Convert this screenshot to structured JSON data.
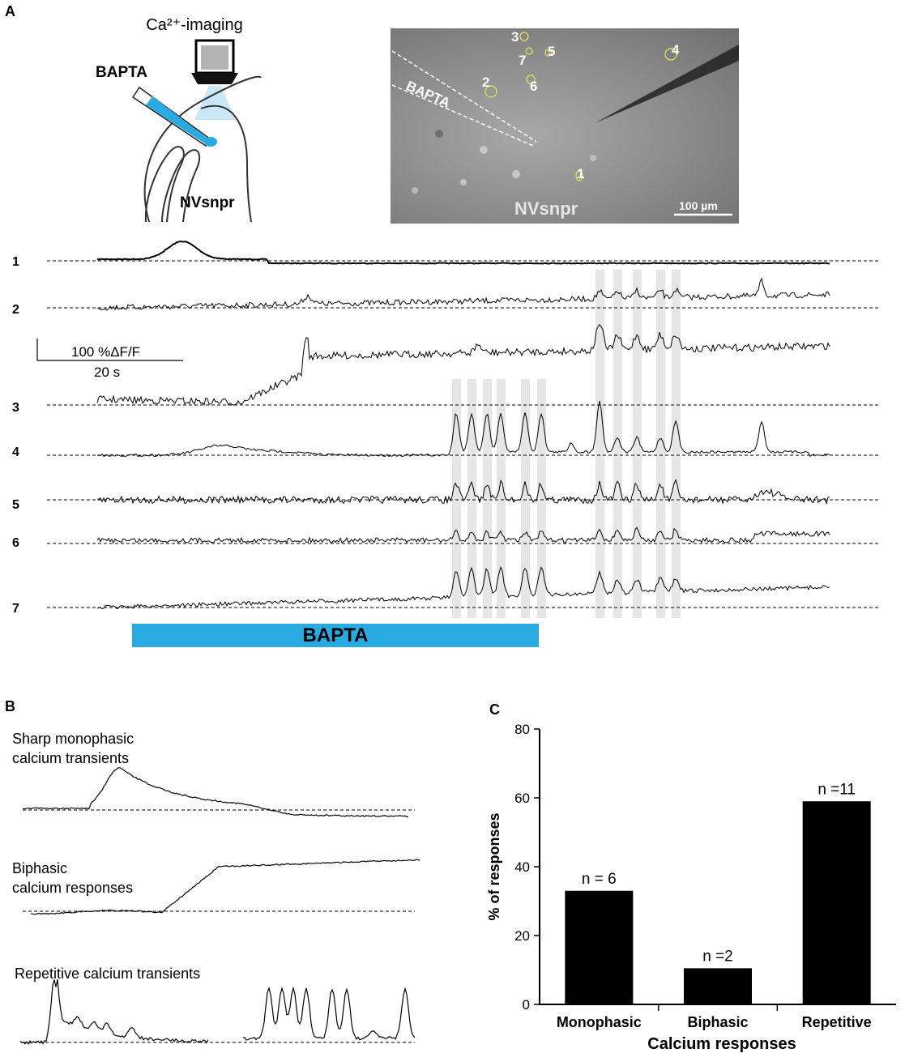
{
  "panels": {
    "A": {
      "letter": "A",
      "schematic": {
        "imaging_label": "Ca²⁺-imaging",
        "pipette_label": "BAPTA",
        "region_label": "NVsnpr"
      },
      "micrograph": {
        "pipette_label": "BAPTA",
        "region_label": "NVsnpr",
        "scalebar_label": "100 µm",
        "cell_labels": [
          "1",
          "2",
          "3",
          "4",
          "5",
          "6",
          "7"
        ]
      },
      "scalebar": {
        "y_label": "100 %ΔF/F",
        "x_label": "20 s"
      },
      "trace_labels": [
        "1",
        "2",
        "3",
        "4",
        "5",
        "6",
        "7"
      ],
      "drug_bar_label": "BAPTA",
      "colors": {
        "bapta": "#29abe2",
        "highlight": "#e6e6e6",
        "roi": "#e8e84a"
      }
    },
    "B": {
      "letter": "B",
      "examples": [
        {
          "label_line1": "Sharp monophasic",
          "label_line2": "calcium transients"
        },
        {
          "label_line1": "Biphasic",
          "label_line2": "calcium responses"
        },
        {
          "label_line1": "Repetitive calcium transients",
          "label_line2": ""
        }
      ]
    },
    "C": {
      "letter": "C"
    }
  },
  "chart_data": {
    "type": "bar",
    "categories": [
      "Monophasic",
      "Biphasic",
      "Repetitive"
    ],
    "values": [
      33,
      10.5,
      59
    ],
    "annotations": [
      "n = 6",
      "n =2",
      "n =11"
    ],
    "xlabel": "Calcium responses",
    "ylabel": "% of responses",
    "ylim": [
      0,
      80
    ],
    "yticks": [
      0,
      20,
      40,
      60,
      80
    ],
    "bar_color": "#000000",
    "grid": false
  }
}
